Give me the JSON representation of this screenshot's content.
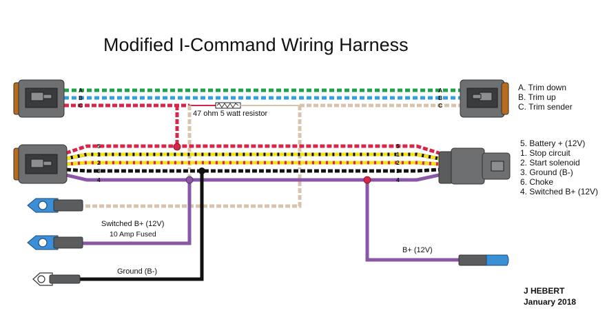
{
  "title": "Modified I-Command Wiring Harness",
  "trim": {
    "letters": [
      "A",
      "B",
      "C"
    ],
    "legend": [
      "A. Trim down",
      "B. Trim up",
      "C. Trim sender"
    ]
  },
  "power": {
    "wire_numbers": [
      "5",
      "1",
      "2",
      "3",
      "4"
    ],
    "legend": [
      "5. Battery + (12V)",
      "1. Stop circuit",
      "2. Start solenoid",
      "3. Ground (B-)",
      "6. Choke",
      "4. Switched B+ (12V)"
    ]
  },
  "resistor_label": "47 ohm 5 watt resistor",
  "leads": {
    "switched_line1": "Switched B+ (12V)",
    "switched_line2": "10 Amp Fused",
    "ground": "Ground (B-)",
    "bplus": "B+ (12V)"
  },
  "author": {
    "name": "J HEBERT",
    "date": "January 2018"
  },
  "colors": {
    "green": "#1fa04a",
    "blue": "#2f9fe0",
    "red": "#d8264a",
    "yellow": "#f2e21a",
    "black": "#111111",
    "purple": "#8a56a6",
    "tan": "#d8c4ad"
  }
}
